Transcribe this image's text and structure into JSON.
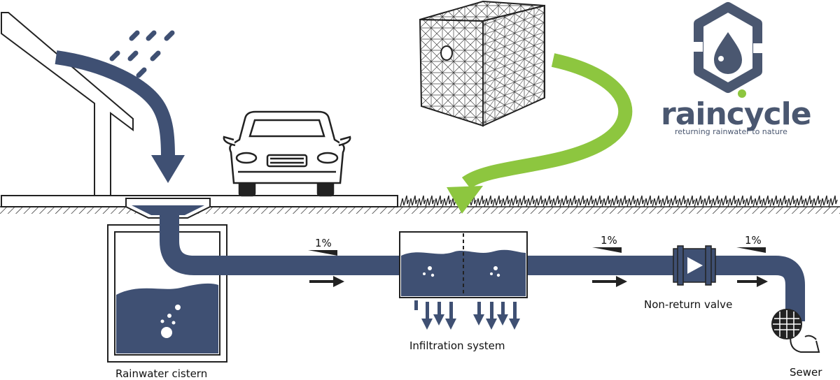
{
  "labels": {
    "cistern": "Rainwater cistern",
    "infiltration": "Infiltration system",
    "valve": "Non-return valve",
    "sewer": "Sewer"
  },
  "gradients": {
    "g1": "1%",
    "g2": "1%",
    "g3": "1%"
  },
  "logo": {
    "name_part1": "rain",
    "name_part2": "cycle",
    "tagline": "returning rainwater to nature"
  },
  "colors": {
    "water": "#3f5073",
    "accent": "#8dc63f",
    "outline": "#222222",
    "logo": "#4a5770"
  },
  "icons": [
    "rain-icon",
    "car-icon",
    "crate-icon",
    "drop-icon",
    "grate-icon",
    "valve-arrow-icon"
  ]
}
